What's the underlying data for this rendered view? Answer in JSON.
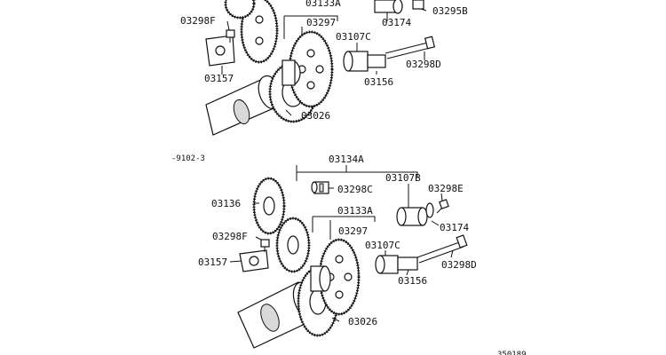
{
  "upper": {
    "l_03133a": "03133A",
    "l_03297": "03297",
    "l_03298f": "03298F",
    "l_03157": "03157",
    "l_03026": "03026",
    "l_03174": "03174",
    "l_03295b": "03295B",
    "l_03107c": "03107C",
    "l_03156": "03156",
    "l_03298d": "03298D"
  },
  "lower": {
    "date_code": "-9102-3",
    "l_03134a": "03134A",
    "l_03107b": "03107B",
    "l_03298c": "03298C",
    "l_03298e": "03298E",
    "l_03136": "03136",
    "l_03133a": "03133A",
    "l_03174": "03174",
    "l_03297": "03297",
    "l_03298f": "03298F",
    "l_03107c": "03107C",
    "l_03157": "03157",
    "l_03298d": "03298D",
    "l_03156": "03156",
    "l_03026": "03026",
    "fig_code": "350189"
  }
}
